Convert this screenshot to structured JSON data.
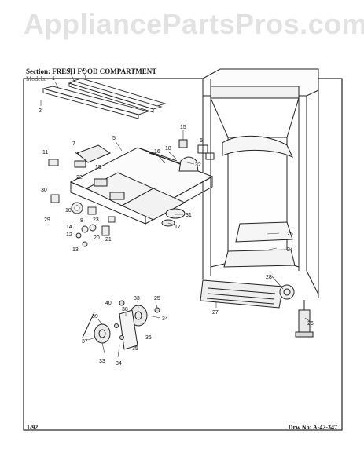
{
  "watermark": "AppliancePartsPros.com",
  "header": {
    "section_label": "Section:",
    "section_title": "FRESH FOOD COMPARTMENT",
    "model_label": "Models:"
  },
  "footer": {
    "date": "1/92",
    "drawing_number": "Drw No: A-42-347"
  },
  "part_numbers": [
    "1",
    "2",
    "3",
    "4",
    "5",
    "6",
    "7",
    "8",
    "9",
    "10",
    "11",
    "12",
    "13",
    "14",
    "15",
    "16",
    "17",
    "18",
    "19",
    "20",
    "21",
    "22",
    "23",
    "24",
    "25",
    "26",
    "27",
    "28",
    "29",
    "30",
    "31",
    "32",
    "33",
    "34",
    "35",
    "36",
    "37",
    "38",
    "39",
    "40"
  ],
  "colors": {
    "ink": "#1a1a1a",
    "page": "#ffffff",
    "watermark": "#969696"
  }
}
